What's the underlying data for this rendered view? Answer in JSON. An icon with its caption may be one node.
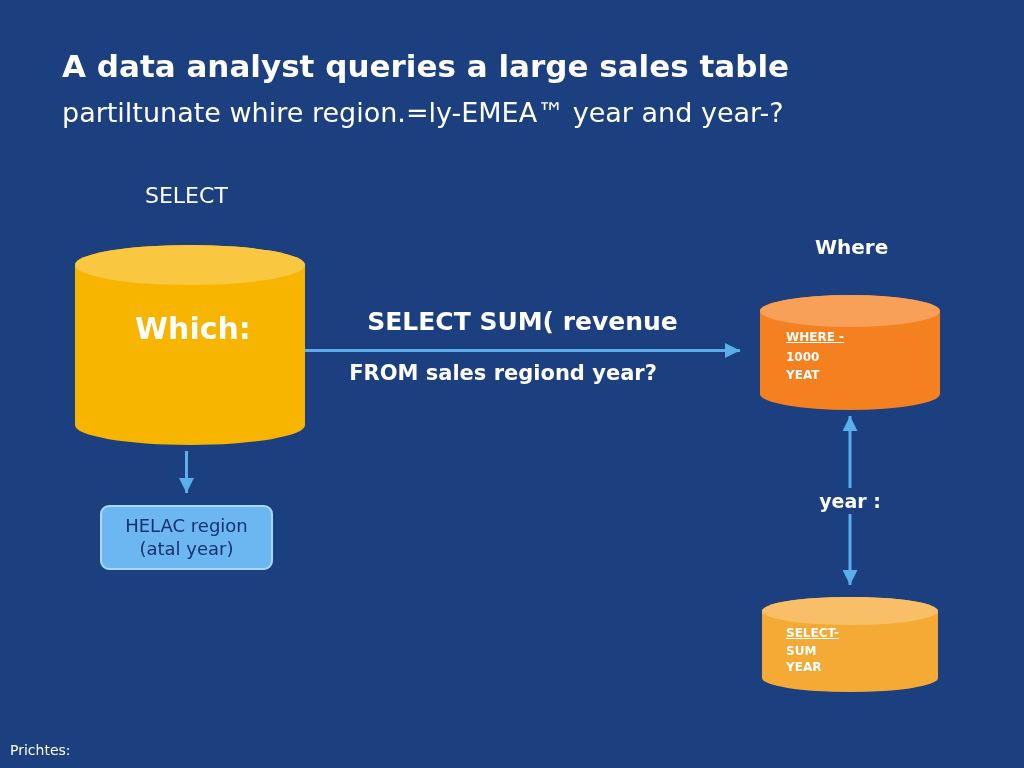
{
  "diagram": {
    "title": "A data analyst queries a large sales table",
    "caption": "partiltunate whire region.=ly-EMEA™ year and year-?",
    "nodes": [
      {
        "text": [
          "Which:"
        ],
        "beside": [
          "SELECT"
        ]
      },
      {
        "text": [
          "HELAC region (atal year)"
        ]
      },
      {
        "text": [
          "WHERE -",
          "1000",
          "YEAT"
        ],
        "beside": [
          "Where"
        ]
      },
      {
        "text": [
          "SELECT-",
          "SUM",
          "YEAR"
        ]
      }
    ],
    "edges": [
      {
        "from": 0,
        "to": 2,
        "arrow": "to",
        "label": "SELECT SUM( revenue"
      },
      {
        "from": 0,
        "to": 1,
        "arrow": "to"
      },
      {
        "from": 2,
        "to": 3,
        "arrow": "both",
        "label": "year :"
      }
    ],
    "labels": [
      "FROM sales regiond year?",
      "Prichtes:"
    ]
  }
}
